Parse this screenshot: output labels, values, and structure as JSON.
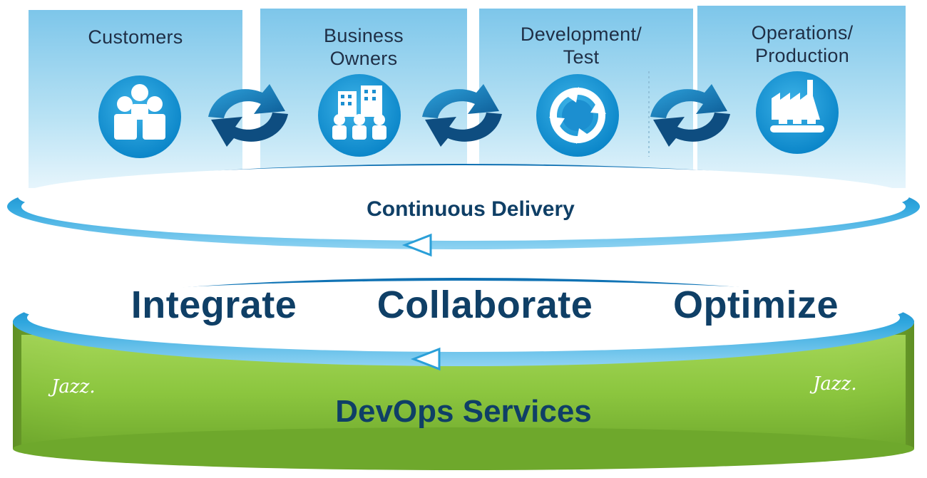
{
  "panels": [
    {
      "title_line1": "Customers",
      "title_line2": "",
      "icon": "customers-icon"
    },
    {
      "title_line1": "Business",
      "title_line2": "Owners",
      "icon": "business-owners-icon"
    },
    {
      "title_line1": "Development/",
      "title_line2": "Test",
      "icon": "cycle-icon"
    },
    {
      "title_line1": "Operations/",
      "title_line2": "Production",
      "icon": "factory-icon"
    }
  ],
  "connector_icon": "sync-arrows-icon",
  "continuous_delivery": "Continuous Delivery",
  "pillars": [
    "Integrate",
    "Collaborate",
    "Optimize"
  ],
  "base_title": "DevOps Services",
  "logo_text": "Jazz.",
  "colors": {
    "panel_blue": "#9fd6ee",
    "ring_blue": "#2a9fd8",
    "text_navy": "#0f3f66",
    "base_green": "#8cc63f"
  }
}
